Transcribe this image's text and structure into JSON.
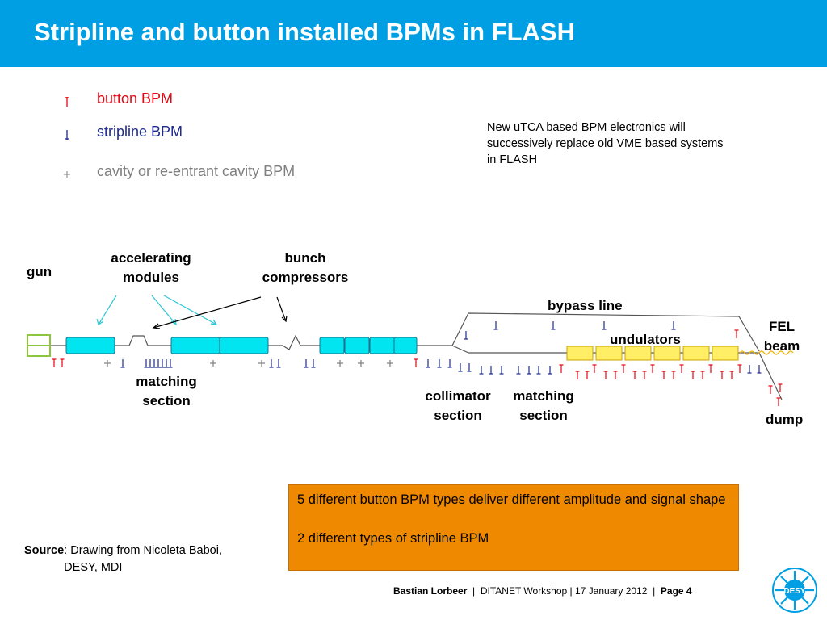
{
  "title": "Stripline and button installed BPMs in FLASH",
  "legend": [
    {
      "symbol": "button-bpm-icon",
      "label": "button BPM",
      "color": "#e30613"
    },
    {
      "symbol": "stripline-bpm-icon",
      "label": "stripline BPM",
      "color": "#1e2a8c"
    },
    {
      "symbol": "cavity-bpm-icon",
      "label": "cavity or re-entrant cavity BPM",
      "color": "#7f7f7f"
    }
  ],
  "note": "New uTCA based BPM electronics will successively replace old VME based systems in FLASH",
  "diagram": {
    "labels": {
      "gun": "gun",
      "accelerating_modules": "accelerating modules",
      "bunch_compressors": "bunch compressors",
      "matching_section_1": "matching section",
      "bypass_line": "bypass line",
      "undulators": "undulators",
      "fel_beam": "FEL beam",
      "collimator_section": "collimator section",
      "matching_section_2": "matching section",
      "dump": "dump"
    },
    "colors": {
      "module": "#00e5f0",
      "undulator": "#ffee66",
      "gun": "#8cc63f",
      "button": "#e30613",
      "stripline": "#1e2a8c",
      "cavity": "#7f7f7f",
      "arrow_cyan": "#2cc6d8"
    }
  },
  "infobox": {
    "line1": "5 different button BPM types deliver different amplitude and signal shape",
    "line2": "2 different types of stripline BPM",
    "color": "#ef8a00"
  },
  "source": {
    "label": "Source",
    "text": ": Drawing from Nicoleta Baboi, DESY, MDI"
  },
  "footer": {
    "author": "Bastian Lorbeer",
    "event": "DITANET Workshop | 17 January 2012",
    "page": "Page 4"
  },
  "logo_text": "DESY"
}
